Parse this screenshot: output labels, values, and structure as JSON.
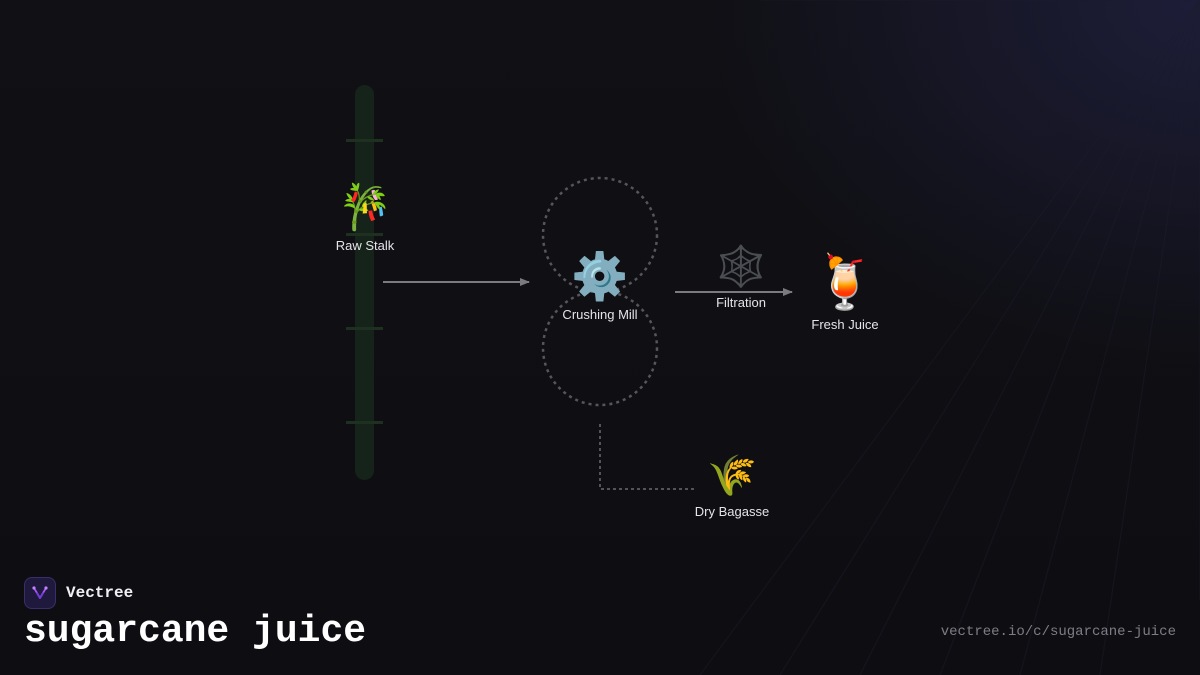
{
  "nodes": {
    "raw_stalk": {
      "icon": "bamboo-icon",
      "glyph": "🎋",
      "label": "Raw Stalk"
    },
    "crushing_mill": {
      "icon": "gear-icon",
      "glyph": "⚙️",
      "label": "Crushing Mill"
    },
    "filtration": {
      "icon": "spider-web-icon",
      "glyph": "🕸️",
      "label": "Filtration"
    },
    "fresh_juice": {
      "icon": "tropical-drink-icon",
      "glyph": "🍹",
      "label": "Fresh Juice"
    },
    "dry_bagasse": {
      "icon": "sheaf-of-rice-icon",
      "glyph": "🌾",
      "label": "Dry Bagasse"
    }
  },
  "footer": {
    "brand": "Vectree",
    "title": "sugarcane juice",
    "url": "vectree.io/c/sugarcane-juice"
  },
  "colors": {
    "background": "#0f0f13",
    "stalk": "#1a2a1a",
    "connector": "#7a7a80",
    "logo_accent": "#a855f7"
  }
}
